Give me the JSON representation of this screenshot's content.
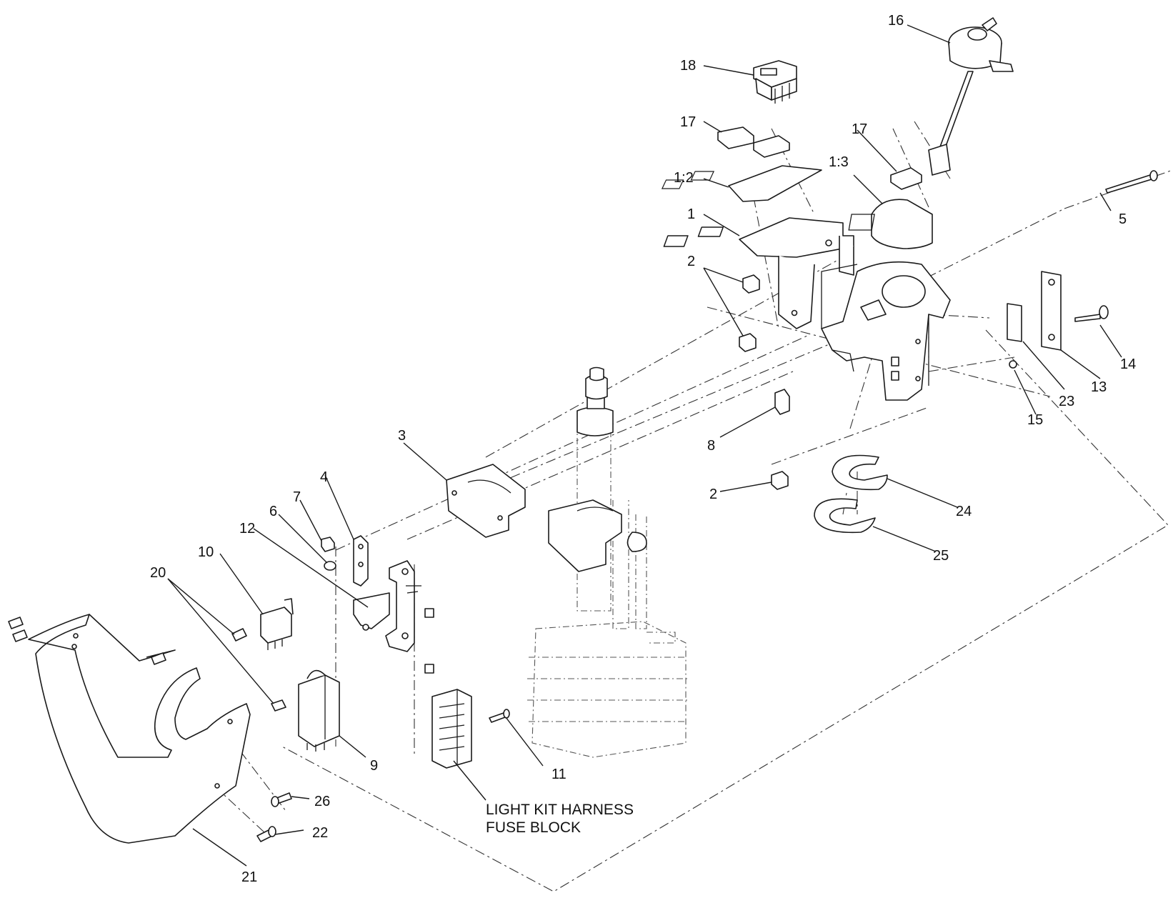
{
  "callouts": [
    {
      "id": "c1",
      "label": "1"
    },
    {
      "id": "c1_2",
      "label": "1:2"
    },
    {
      "id": "c1_3",
      "label": "1:3"
    },
    {
      "id": "c2a",
      "label": "2"
    },
    {
      "id": "c2b",
      "label": "2"
    },
    {
      "id": "c3",
      "label": "3"
    },
    {
      "id": "c4",
      "label": "4"
    },
    {
      "id": "c5",
      "label": "5"
    },
    {
      "id": "c6",
      "label": "6"
    },
    {
      "id": "c7",
      "label": "7"
    },
    {
      "id": "c8",
      "label": "8"
    },
    {
      "id": "c9",
      "label": "9"
    },
    {
      "id": "c10",
      "label": "10"
    },
    {
      "id": "c11",
      "label": "11"
    },
    {
      "id": "c12",
      "label": "12"
    },
    {
      "id": "c13",
      "label": "13"
    },
    {
      "id": "c14",
      "label": "14"
    },
    {
      "id": "c15",
      "label": "15"
    },
    {
      "id": "c16",
      "label": "16"
    },
    {
      "id": "c17a",
      "label": "17"
    },
    {
      "id": "c17b",
      "label": "17"
    },
    {
      "id": "c18",
      "label": "18"
    },
    {
      "id": "c20",
      "label": "20"
    },
    {
      "id": "c21",
      "label": "21"
    },
    {
      "id": "c22",
      "label": "22"
    },
    {
      "id": "c23",
      "label": "23"
    },
    {
      "id": "c24",
      "label": "24"
    },
    {
      "id": "c25",
      "label": "25"
    },
    {
      "id": "c26",
      "label": "26"
    }
  ],
  "note": {
    "line1": "LIGHT KIT HARNESS",
    "line2": "FUSE BLOCK"
  }
}
